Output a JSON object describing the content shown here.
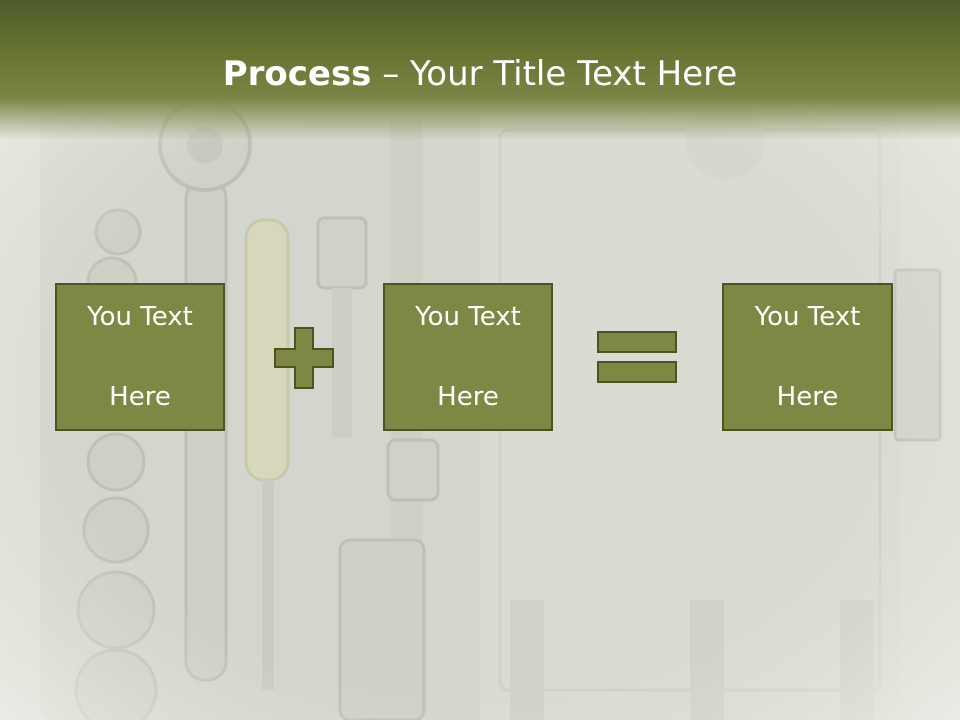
{
  "slide": {
    "title_bold": "Process",
    "title_rest": " – Your Title Text Here",
    "boxes": [
      {
        "line1": "You Text",
        "line2": "Here"
      },
      {
        "line1": "You Text",
        "line2": "Here"
      },
      {
        "line1": "You Text",
        "line2": "Here"
      }
    ],
    "operators": [
      "plus-icon",
      "equals-icon"
    ]
  },
  "colors": {
    "title_bar": "#65732f",
    "box_fill": "#7f8745",
    "box_border": "#4d5322",
    "text": "#ffffff"
  }
}
